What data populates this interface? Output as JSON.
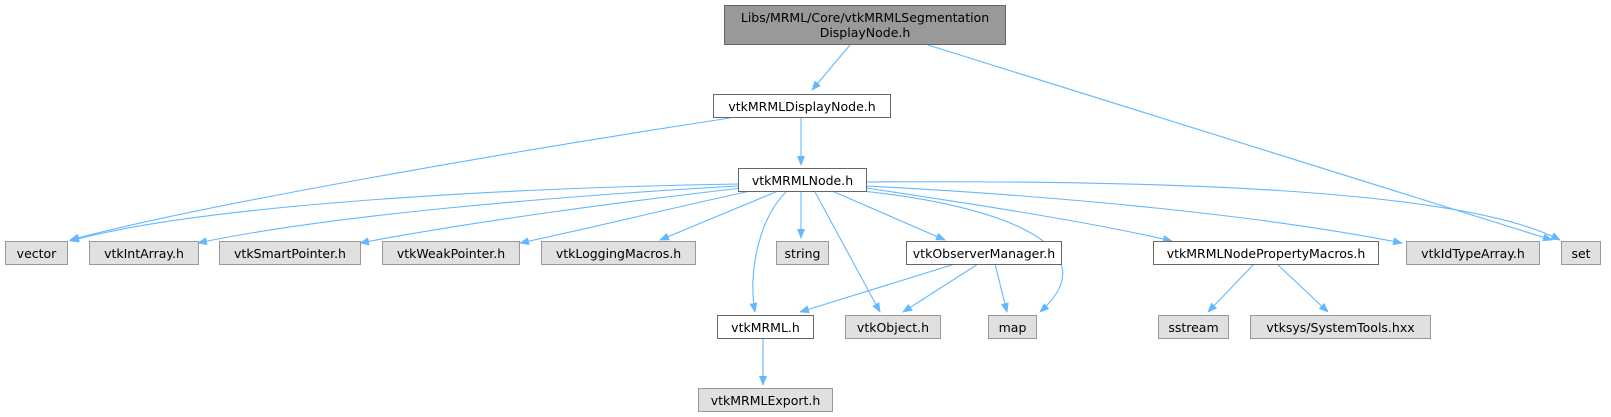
{
  "nodes": {
    "root": {
      "line1": "Libs/MRML/Core/vtkMRMLSegmentation",
      "line2": "DisplayNode.h"
    },
    "displaynode": "vtkMRMLDisplayNode.h",
    "mrmlnode": "vtkMRMLNode.h",
    "vector": "vector",
    "intarray": "vtkIntArray.h",
    "smartpointer": "vtkSmartPointer.h",
    "weakpointer": "vtkWeakPointer.h",
    "loggingmacros": "vtkLoggingMacros.h",
    "string": "string",
    "observermanager": "vtkObserverManager.h",
    "propertymacros": "vtkMRMLNodePropertyMacros.h",
    "idtypearray": "vtkIdTypeArray.h",
    "set": "set",
    "mrml": "vtkMRML.h",
    "object": "vtkObject.h",
    "map": "map",
    "sstream": "sstream",
    "systemtools": "vtksys/SystemTools.hxx",
    "export": "vtkMRMLExport.h"
  },
  "colors": {
    "edge": "#63b8ff",
    "root_fill": "#999999",
    "local_fill": "#ffffff",
    "system_fill": "#e0e0e0"
  }
}
